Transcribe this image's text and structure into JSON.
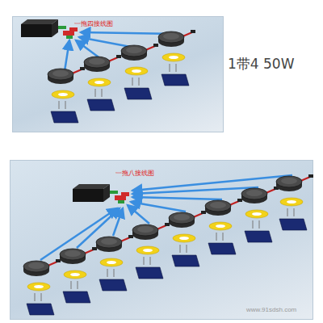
{
  "diagram": {
    "nodes": [
      {
        "text": [
          "一拖四接线图"
        ]
      },
      {
        "text": [
          "一拖八接线图"
        ]
      }
    ],
    "labels": [
      "1带4 50W",
      "www.91sdsh.com"
    ]
  }
}
